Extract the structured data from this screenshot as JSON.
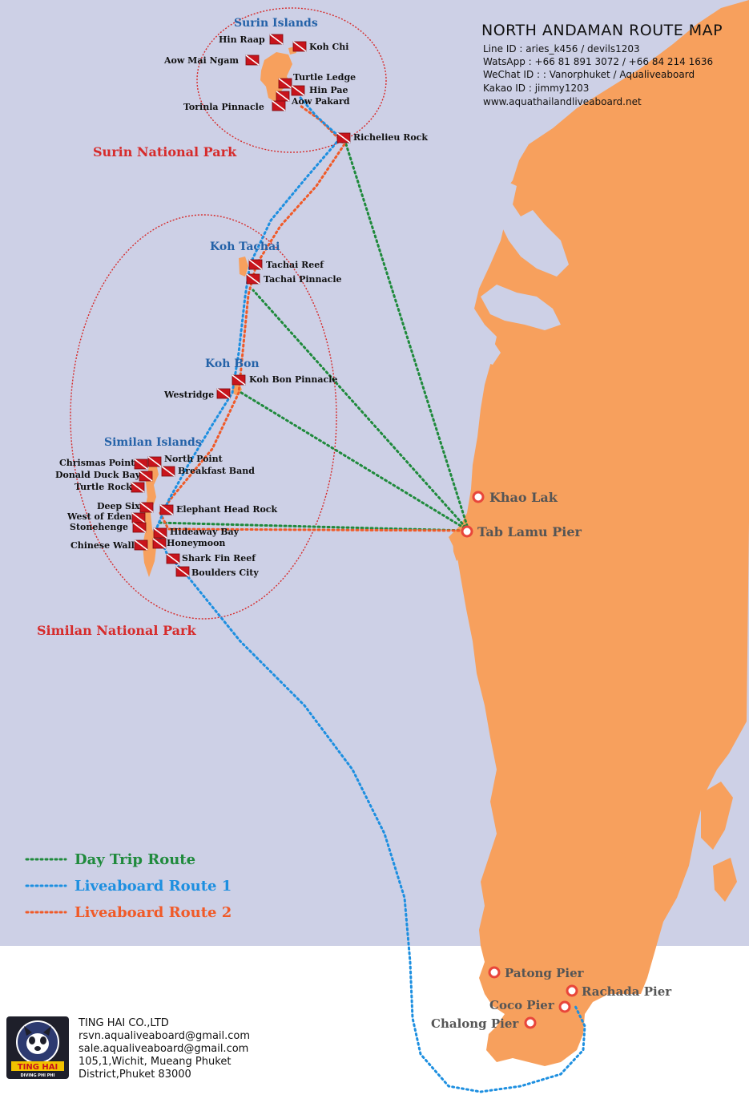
{
  "header": {
    "title": "NORTH ANDAMAN ROUTE MAP",
    "line_id": "Line ID : aries_k456 / devils1203",
    "whatsapp": "WatsApp : +66 81 891 3072 / +66 84 214 1636",
    "wechat": "WeChat ID : : Vanorphuket / Aqualiveaboard",
    "kakao": "Kakao ID : jimmy1203",
    "website": "www.aquathailandliveaboard.net"
  },
  "parks": {
    "surin": "Surin National Park",
    "similan": "Similan National Park"
  },
  "islands": {
    "surin": "Surin Islands",
    "tachai": "Koh Tachai",
    "bon": "Koh Bon",
    "similan": "Similan Islands"
  },
  "dive_sites": {
    "hin_raap": "Hin Raap",
    "koh_chi": "Koh Chi",
    "aow_mai_ngam": "Aow Mai Ngam",
    "turtle_ledge": "Turtle Ledge",
    "hin_pae": "Hin Pae",
    "aow_pakard": "Aow Pakard",
    "torinla_pinnacle": "Torinla Pinnacle",
    "richelieu_rock": "Richelieu Rock",
    "tachai_reef": "Tachai Reef",
    "tachai_pinnacle": "Tachai Pinnacle",
    "koh_bon_pinnacle": "Koh Bon Pinnacle",
    "westridge": "Westridge",
    "north_point": "North Point",
    "chrismas_point": "Chrismas Point",
    "breakfast_band": "Breakfast Band",
    "donald_duck_bay": "Donald Duck Bay",
    "turtle_rock": "Turtle Rock",
    "deep_six": "Deep Six",
    "elephant_head_rock": "Elephant Head Rock",
    "west_of_eden": "West of Eden",
    "stonehenge": "Stonehenge",
    "hideaway_bay": "Hideaway Bay",
    "honeymoon": "Honeymoon",
    "chinese_wall": "Chinese Wall",
    "shark_fin_reef": "Shark Fin Reef",
    "boulders_city": "Boulders City"
  },
  "piers": {
    "khao_lak": "Khao Lak",
    "tab_lamu": "Tab Lamu Pier",
    "patong": "Patong Pier",
    "rachada": "Rachada Pier",
    "coco": "Coco Pier",
    "chalong": "Chalong Pier"
  },
  "legend": {
    "day_trip": "Day Trip Route",
    "route1": "Liveaboard Route 1",
    "route2": "Liveaboard Route 2"
  },
  "company": {
    "name": "TING HAI CO.,LTD",
    "email1": "rsvn.aqualiveaboard@gmail.com",
    "email2": "sale.aqualiveaboard@gmail.com",
    "address1": "105,1,Wichit, Mueang Phuket",
    "address2": "District,Phuket 83000",
    "logo_text": "TING HAI",
    "logo_subtext": "DIVING PHI PHI"
  },
  "colors": {
    "sea": "#cdd0e6",
    "land": "#f7a05d",
    "day_trip": "#1f8a3c",
    "route1": "#1d8fe0",
    "route2": "#f05a28",
    "park_ring": "#d62b2b",
    "flag": "#c8141c"
  }
}
